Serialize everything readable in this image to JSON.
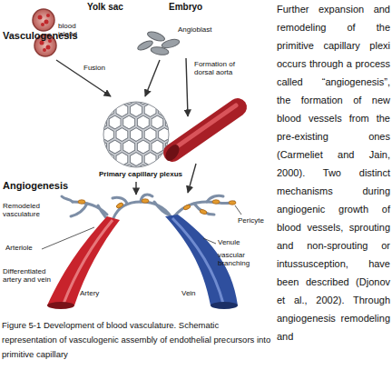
{
  "diagram": {
    "caption": "Figure 5-1 Development of blood vasculature. Schematic representation of vasculogenic assembly of endothelial precursors into primitive capillary",
    "labels": [
      "Yolk sac",
      "Embryo",
      "Vasculogenesis",
      "blood island",
      "Angioblast",
      "Fusion",
      "Formation of dorsal aorta",
      "Primary capillary plexus",
      "Angiogenesis",
      "Remodeled vasculature",
      "Pericyte",
      "Arteriole",
      "Venule",
      "vascular branching",
      "Differentiated artery and vein",
      "Artery",
      "Vein",
      "Further expansion and remodeling of the primitive capillary plexi occurs through a process called “angiogenesis”, the formation of new blood vessels from the pre-existing ones (Carmeliet and Jain, 2000). Two distinct mechanisms during angiogenic growth of blood vessels, sprouting and non-sprouting or intussusception, have been described (Djonov et al., 2002). Through angiogenesis remodeling and"
    ]
  }
}
